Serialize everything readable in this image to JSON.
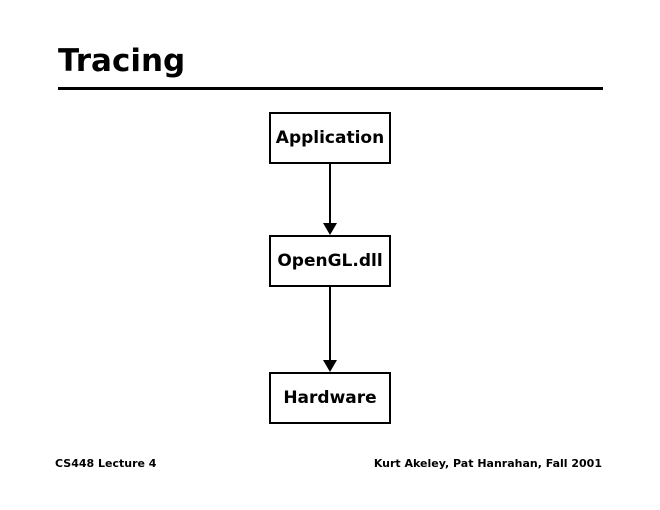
{
  "slide": {
    "title": "Tracing",
    "background_color": "#ffffff",
    "foreground_color": "#000000"
  },
  "diagram": {
    "type": "flow",
    "orientation": "vertical",
    "nodes": [
      {
        "id": "application",
        "label": "Application"
      },
      {
        "id": "opengl-dll",
        "label": "OpenGL.dll"
      },
      {
        "id": "hardware",
        "label": "Hardware"
      }
    ],
    "edges": [
      {
        "from": "application",
        "to": "opengl-dll",
        "arrow": "down-arrow"
      },
      {
        "from": "opengl-dll",
        "to": "hardware",
        "arrow": "down-arrow"
      }
    ]
  },
  "footer": {
    "left": "CS448 Lecture 4",
    "right": "Kurt Akeley, Pat Hanrahan, Fall 2001"
  }
}
